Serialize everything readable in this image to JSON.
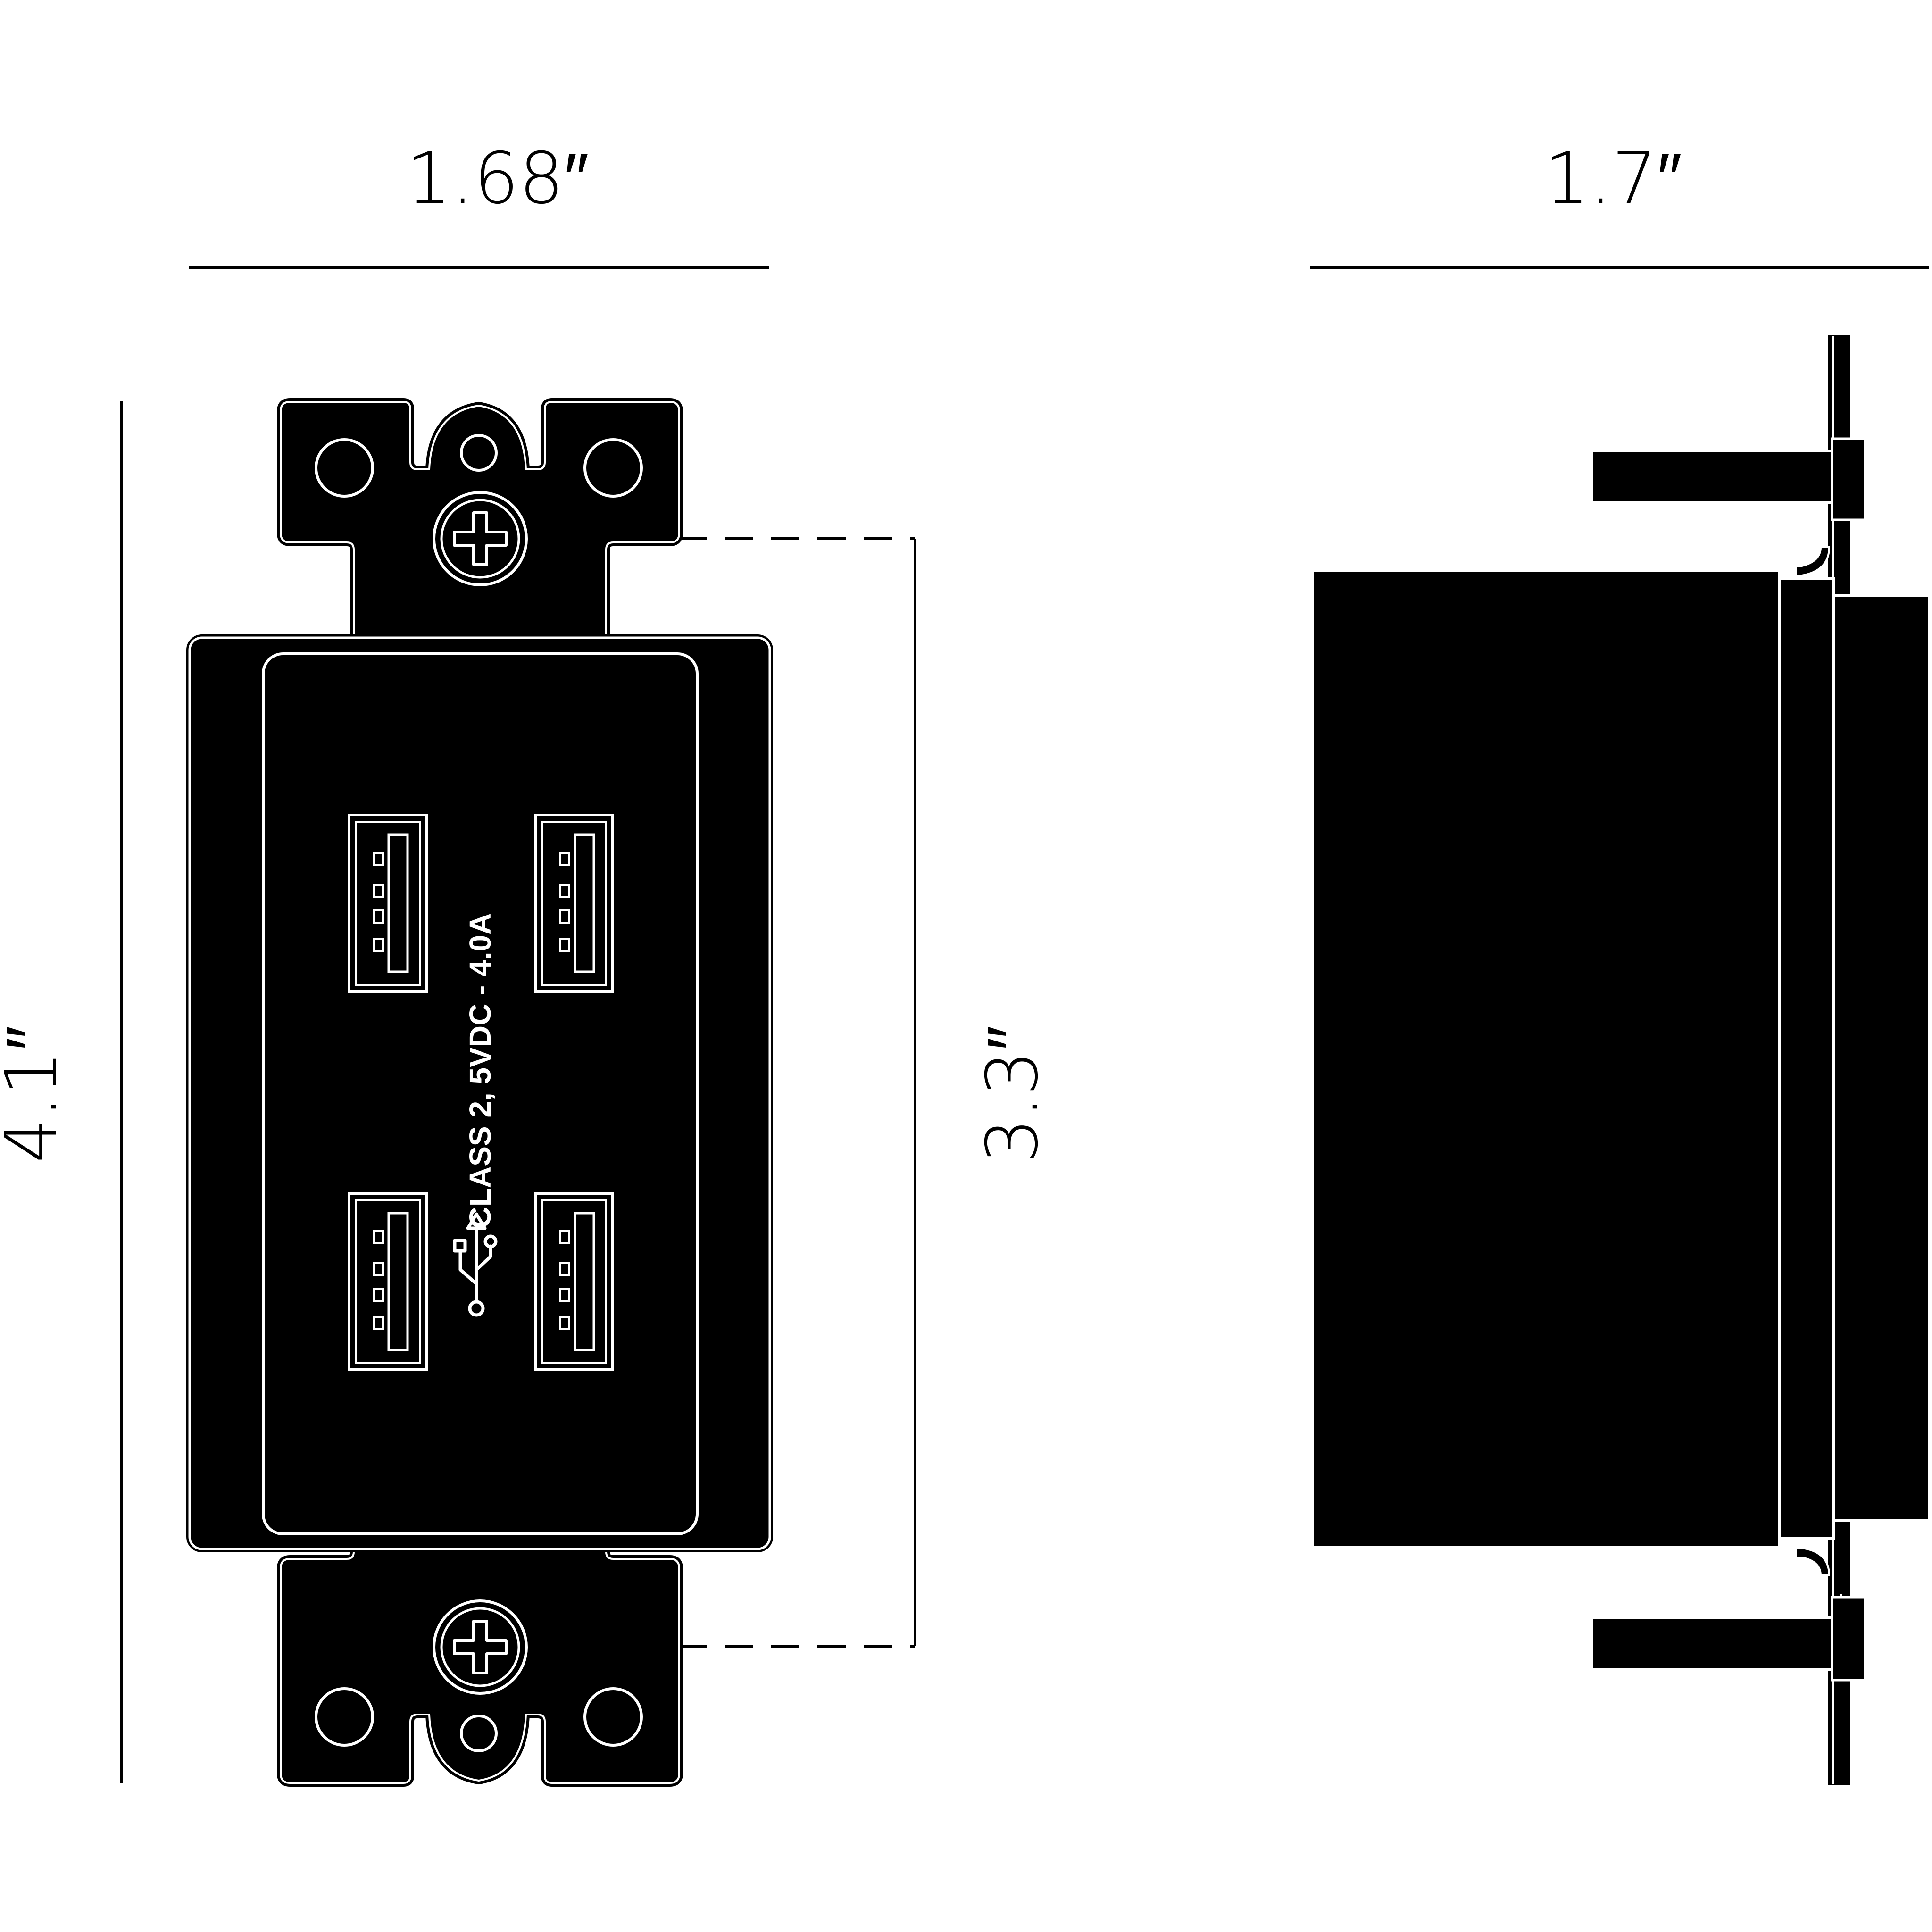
{
  "dimensions": {
    "front_width": "1.68″",
    "side_depth": "1.7″",
    "overall_height": "4.1″",
    "mounting_height": "3.3″"
  },
  "device": {
    "rating_label": "CLASS 2, 5VDC - 4.0A",
    "usb_symbol": "usb-trident-icon"
  },
  "colors": {
    "body": "#000000",
    "outline": "#ffffff",
    "background": "#ffffff",
    "line": "#000000"
  }
}
